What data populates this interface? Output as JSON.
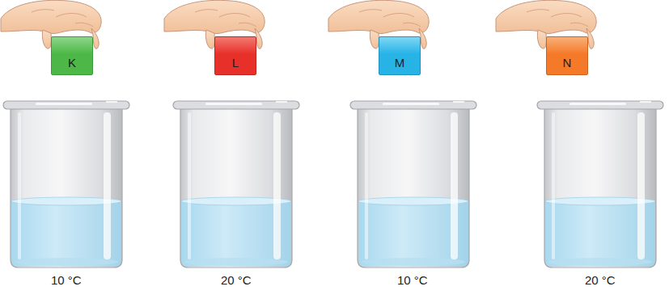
{
  "diagram": {
    "nodes": [
      {
        "text": [
          "K"
        ]
      },
      {
        "text": [
          "L"
        ]
      },
      {
        "text": [
          "M"
        ]
      },
      {
        "text": [
          "N"
        ]
      }
    ],
    "labels": [
      "10 °C",
      "20 °C",
      "10 °C",
      "20 °C"
    ]
  }
}
